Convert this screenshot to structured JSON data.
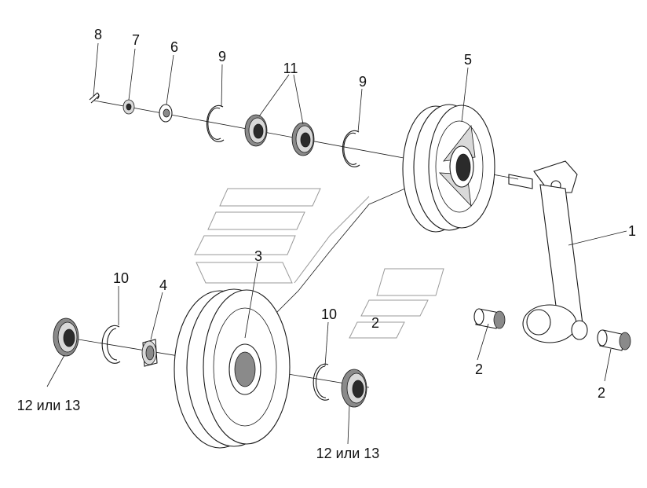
{
  "labels": {
    "p1": "1",
    "p2a": "2",
    "p2b": "2",
    "p2c": "2",
    "p3": "3",
    "p4": "4",
    "p5": "5",
    "p6": "6",
    "p7": "7",
    "p8": "8",
    "p9a": "9",
    "p9b": "9",
    "p10a": "10",
    "p10b": "10",
    "p11": "11",
    "p12a": "12 или 13",
    "p12b": "12 или 13"
  }
}
